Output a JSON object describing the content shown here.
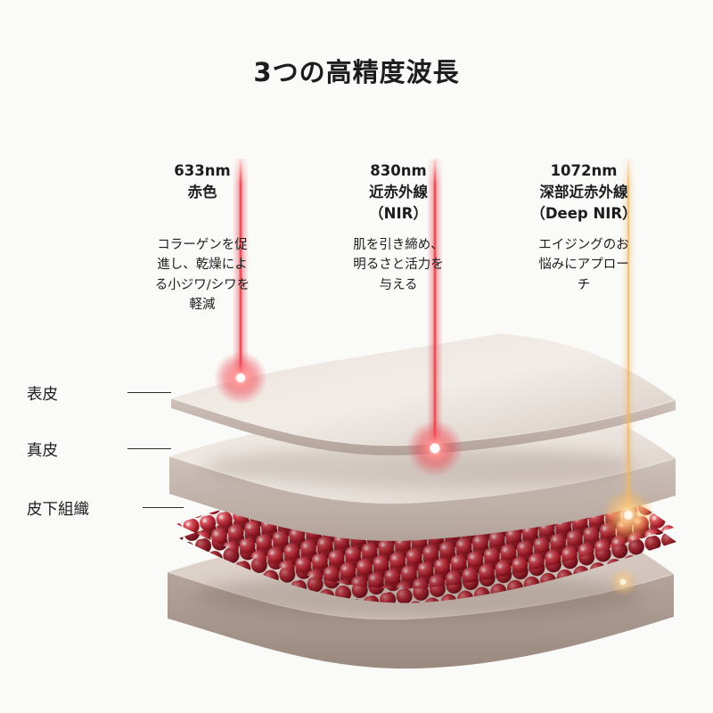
{
  "title": "3つの高精度波長",
  "wavelengths": [
    {
      "heading": "633nm\n赤色",
      "description": "コラーゲンを促進し、乾燥による小ジワ/シワを軽減"
    },
    {
      "heading": "830nm\n近赤外線\n（NIR）",
      "description": "肌を引き締め、明るさと活力を与える"
    },
    {
      "heading": "1072nm\n深部近赤外線\n（Deep NIR）",
      "description": "エイジングのお悩みにアプローチ"
    }
  ],
  "skin_layers": [
    {
      "label": "表皮"
    },
    {
      "label": "真皮"
    },
    {
      "label": "皮下組織"
    }
  ],
  "colors": {
    "background": "#fafaf8",
    "text": "#1d1d1f",
    "red_beam": "#ee4a52",
    "gold_beam": "#f2b766",
    "bead_red": "#c13440",
    "sheet_cream": "#e9e0d9",
    "glow_gold": "#ffc56e"
  }
}
